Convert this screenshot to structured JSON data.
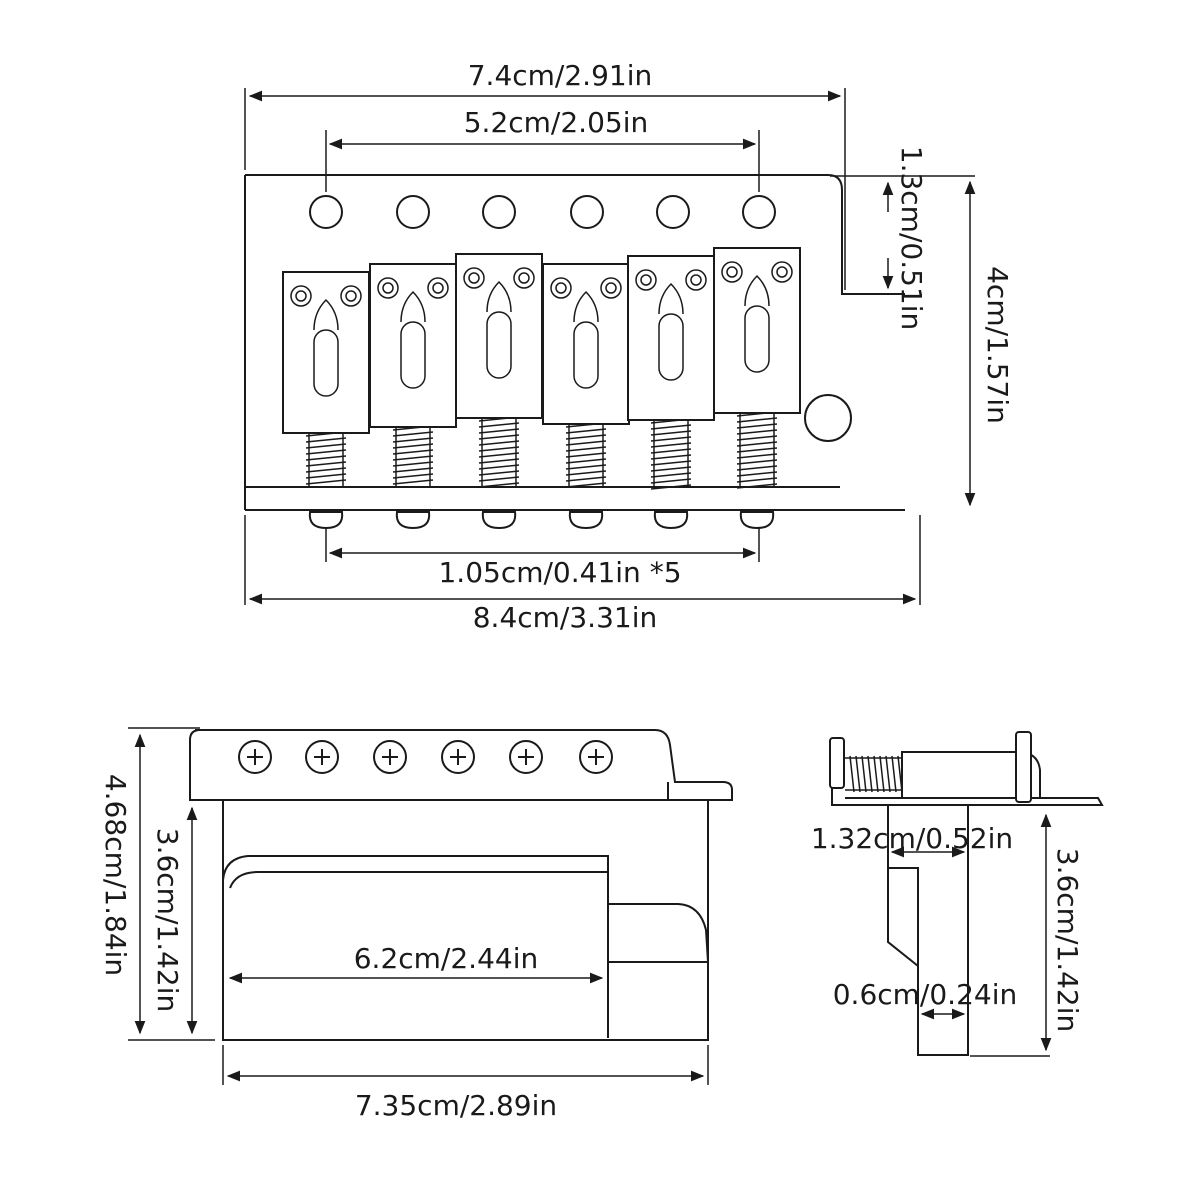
{
  "diagram": {
    "top_view": {
      "overall_width": "7.4cm/2.91in",
      "hole_span": "5.2cm/2.05in",
      "edge_offset": "1.3cm/0.51in",
      "height": "4cm/1.57in",
      "saddle_spacing": "1.05cm/0.41in *5",
      "total_width": "8.4cm/3.31in"
    },
    "front_view": {
      "total_height": "4.68cm/1.84in",
      "block_height": "3.6cm/1.42in",
      "block_width": "6.2cm/2.44in",
      "base_width": "7.35cm/2.89in"
    },
    "side_view": {
      "plate_depth": "1.32cm/0.52in",
      "block_height": "3.6cm/1.42in",
      "block_thickness": "0.6cm/0.24in"
    }
  },
  "colors": {
    "line": "#1a1a1a",
    "background": "#ffffff"
  },
  "icons": [
    "phillips-screw-icon",
    "spring-icon",
    "arrowhead-icon"
  ]
}
